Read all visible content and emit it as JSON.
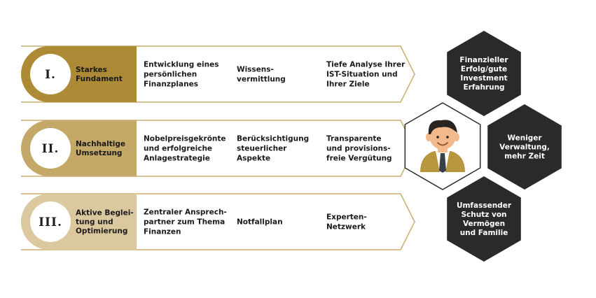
{
  "rows": [
    {
      "numeral": "I.",
      "label": [
        "Starkes",
        "Fundament"
      ],
      "color": "#AC8A36",
      "cells": [
        [
          "Entwicklung eines",
          "persönlichen",
          "Finanzplanes"
        ],
        [
          "Wissens-",
          "vermittlung"
        ],
        [
          "Tiefe Analyse Ihrer",
          "IST-Situation und",
          "Ihrer Ziele"
        ]
      ]
    },
    {
      "numeral": "II.",
      "label": [
        "Nachhaltige",
        "Umsetzung"
      ],
      "color": "#C4A867",
      "cells": [
        [
          "Nobelpreisgekrönte",
          "und erfolgreiche",
          "Anlagestrategie"
        ],
        [
          "Berücksichtigung",
          "steuerlicher",
          "Aspekte"
        ],
        [
          "Transparente",
          "und provisions-",
          "freie Vergütung"
        ]
      ]
    },
    {
      "numeral": "III.",
      "label": [
        "Aktive Beglei-",
        "tung und",
        "Optimierung"
      ],
      "color": "#DBC89E",
      "cells": [
        [
          "Zentraler Ansprech-",
          "partner zum Thema",
          "Finanzen"
        ],
        [
          "Notfallplan"
        ],
        [
          "Experten-",
          "Netzwerk"
        ]
      ]
    }
  ],
  "benefits": [
    [
      "Finanzieller",
      "Erfolg/gute",
      "Investment",
      "Erfahrung"
    ],
    [
      "Weniger",
      "Verwaltung,",
      "mehr Zeit"
    ],
    [
      "Umfassender",
      "Schutz von",
      "Vermögen",
      "und Familie"
    ]
  ],
  "colors": {
    "hex_dark": "#2B2A29",
    "arrow_outline": "#C9AE6E",
    "hex_outline": "#2B2A29",
    "skin": "#F2B98C",
    "hair": "#2A2420",
    "jacket": "#B8963F",
    "shirt": "#FFFFFF",
    "tie": "#3A3F47"
  },
  "icons": {
    "center": "businessman-avatar-icon"
  }
}
